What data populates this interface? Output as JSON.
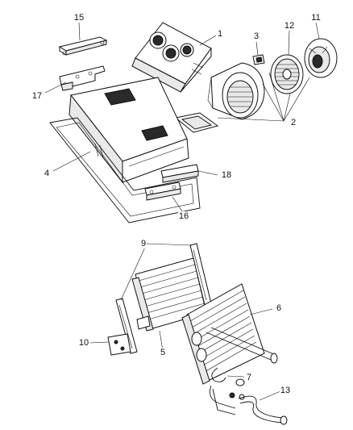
{
  "callouts": [
    {
      "id": "15",
      "label": "15"
    },
    {
      "id": "1",
      "label": "1"
    },
    {
      "id": "3",
      "label": "3"
    },
    {
      "id": "12",
      "label": "12"
    },
    {
      "id": "11",
      "label": "11"
    },
    {
      "id": "17",
      "label": "17"
    },
    {
      "id": "2",
      "label": "2"
    },
    {
      "id": "4",
      "label": "4"
    },
    {
      "id": "18",
      "label": "18"
    },
    {
      "id": "16",
      "label": "16"
    },
    {
      "id": "9",
      "label": "9"
    },
    {
      "id": "6",
      "label": "6"
    },
    {
      "id": "10",
      "label": "10"
    },
    {
      "id": "5",
      "label": "5"
    },
    {
      "id": "7",
      "label": "7"
    },
    {
      "id": "13",
      "label": "13"
    }
  ]
}
